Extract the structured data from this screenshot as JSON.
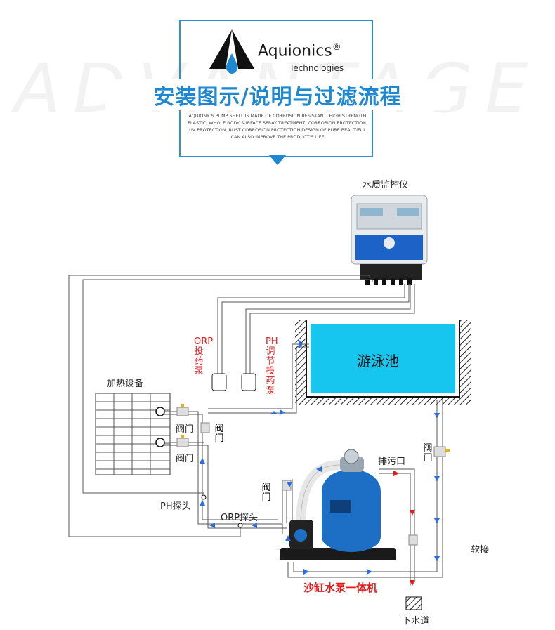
{
  "header": {
    "watermark": "ADVANTAGE",
    "brand_name": "Aquionics",
    "brand_mark": "®",
    "brand_sub": "Technologies",
    "title": "安装图示/说明与过滤流程",
    "description": "AQUIONICS PUMP SHELL IS MADE OF CORROSION RESISTANT, HIGH STRENGTH PLASTIC, WHOLE BODY SURFACE SPRAY TREATMENT, CORROSION PROTECTION, UV PROTECTION, RUST CORROSION PROTECTION DESIGN OF PURE BEAUTIFUL CAN ALSO IMPROVE THE PRODUCT'S LIFE"
  },
  "diagram": {
    "monitor_label": "水质监控仪",
    "pool_label": "游泳池",
    "heater_label": "加热设备",
    "orp_pump_label": "ORP投药泵",
    "ph_pump_label": "PH调节投药泵",
    "valve_heater_top": "阀门",
    "valve_heater_bottom": "阀门",
    "valve_bypass": "阀门",
    "valve_pump_inlet": "阀门",
    "valve_right": "阀门",
    "drain_port_label": "排污口",
    "ph_probe_label": "PH探头",
    "orp_probe_label": "ORP探头",
    "soft_joint_label": "软接",
    "unit_label": "沙缸水泵一体机",
    "sewer_label": "下水道"
  },
  "colors": {
    "accent_blue": "#1e88d2",
    "pool_cyan": "#17c6ee",
    "tank_blue": "#1c6fc4",
    "red_label": "#e31b1b",
    "flow_arrow_blue": "#2a6fe0",
    "flow_arrow_red": "#e31b1b"
  },
  "icons": [
    "aquionics-logo-icon",
    "down-triangle-icon"
  ]
}
